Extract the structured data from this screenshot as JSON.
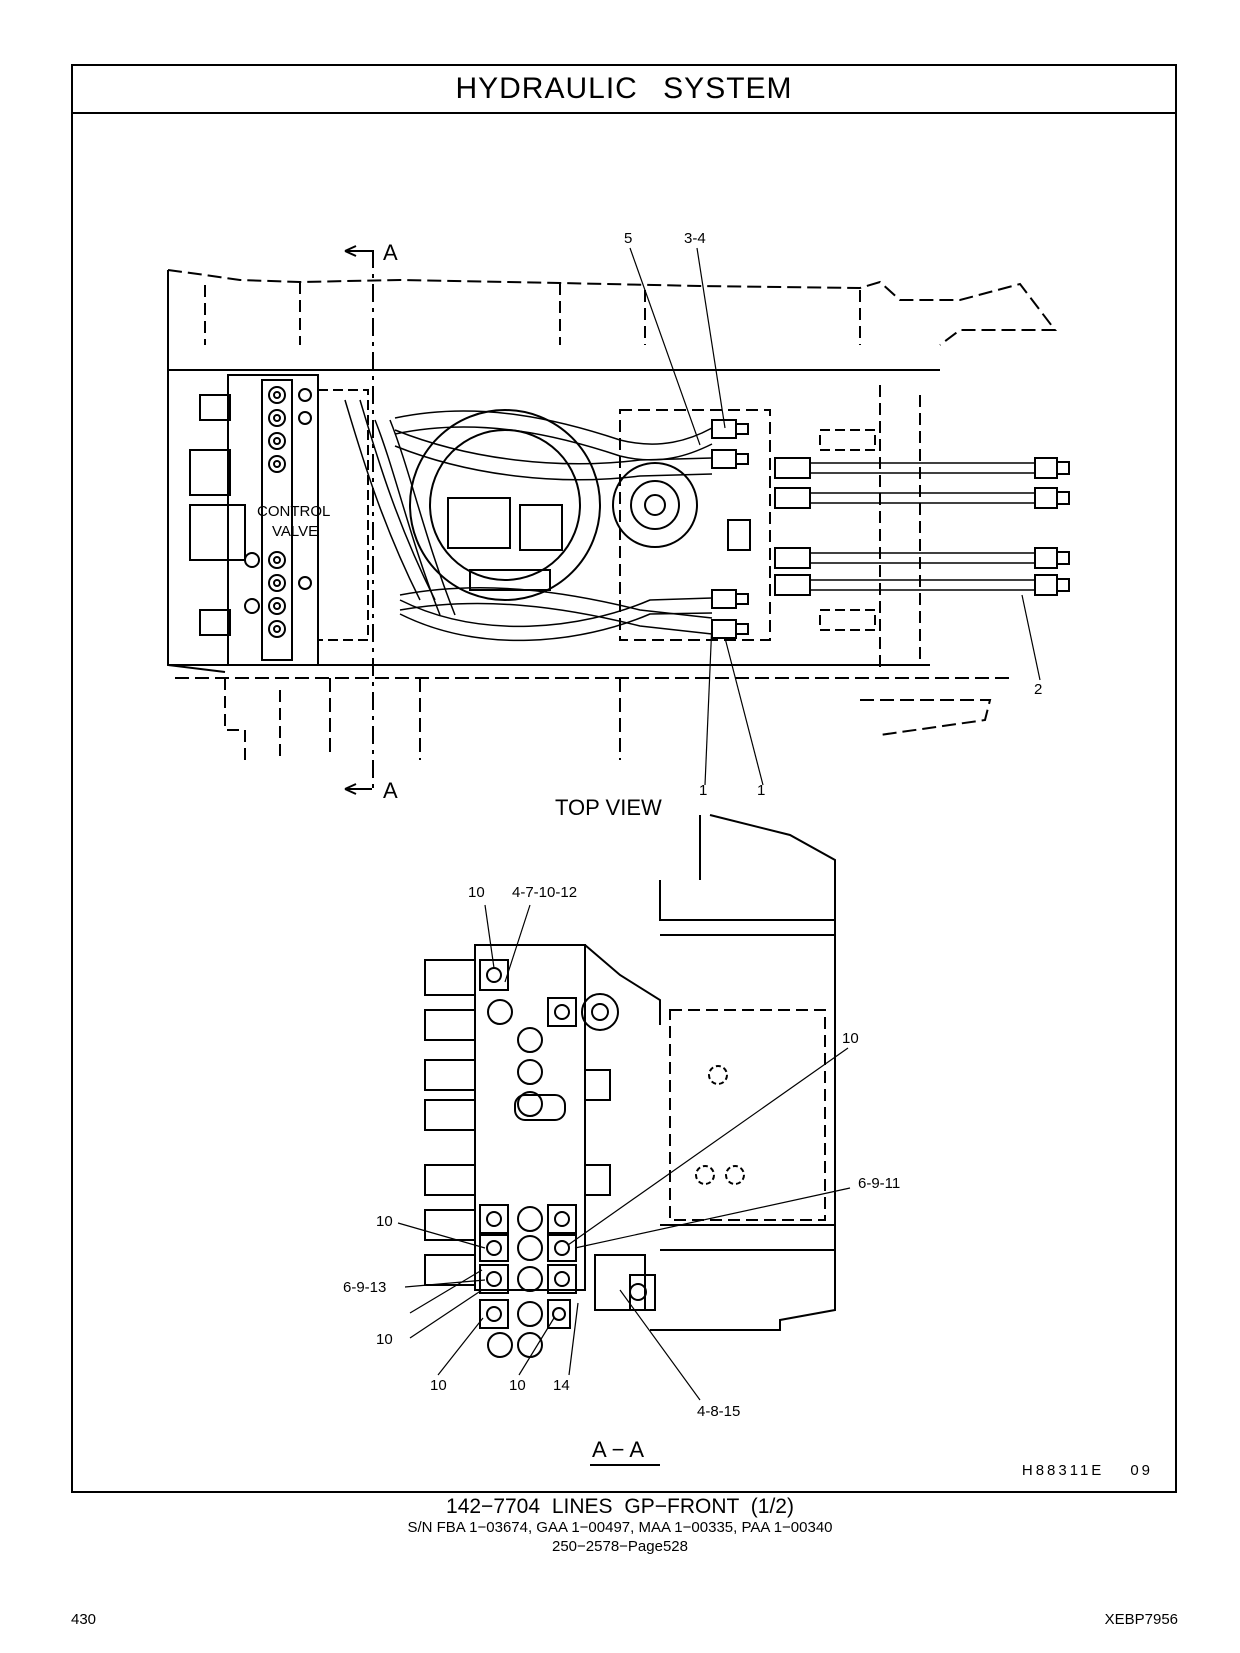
{
  "header": {
    "title": "HYDRAULIC   SYSTEM"
  },
  "top_view": {
    "caption": "TOP VIEW",
    "section_marker": "A",
    "control_valve_label_1": "CONTROL",
    "control_valve_label_2": "VALVE",
    "callouts": {
      "c5": "5",
      "c34": "3-4",
      "c2": "2",
      "c1a": "1",
      "c1b": "1"
    }
  },
  "section_view": {
    "caption": "A − A",
    "callouts": {
      "top10": "10",
      "top4710": "4-7-10-12",
      "right10": "10",
      "r6911": "6-9-11",
      "l10a": "10",
      "l6913": "6-9-13",
      "l10b": "10",
      "l10c": "10",
      "b10a": "10",
      "b10b": "10",
      "b14": "14",
      "b4815": "4-8-15"
    }
  },
  "drawing_code": {
    "code": "H88311E",
    "suffix": "09"
  },
  "footer": {
    "line1": "142−7704   LINES  GP−FRONT (1/2)",
    "line2": "S/N FBA 1−03674, GAA 1−00497, MAA 1−00335, PAA 1−00340",
    "line3": "250−2578−Page528",
    "page_number": "430",
    "doc_id": "XEBP7956"
  }
}
